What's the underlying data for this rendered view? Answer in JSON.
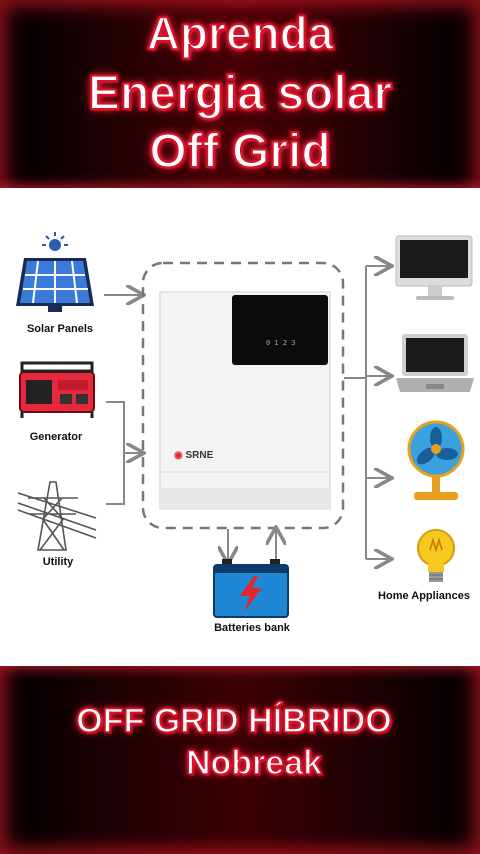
{
  "header": {
    "line1": "Aprenda",
    "line2": "Energia solar",
    "line3": "Off Grid"
  },
  "diagram": {
    "sources": [
      {
        "label": "Solar Panels",
        "icon": "solar-panel-icon"
      },
      {
        "label": "Generator",
        "icon": "generator-icon"
      },
      {
        "label": "Utility",
        "icon": "power-tower-icon"
      }
    ],
    "inverter": {
      "brand": "SRNE",
      "readout": "0 1 2 3"
    },
    "battery": {
      "label": "Batteries bank",
      "icon": "battery-icon"
    },
    "loads": [
      {
        "icon": "monitor-icon"
      },
      {
        "icon": "laptop-icon"
      },
      {
        "icon": "fan-icon"
      },
      {
        "icon": "lightbulb-icon"
      }
    ],
    "loads_label": "Home Appliances"
  },
  "footer": {
    "line1": "OFF GRID HÍBRIDO",
    "line2": "Nobreak"
  },
  "colors": {
    "accent": "#d8102a",
    "glow": "#ff2a40",
    "battery_blue": "#1e88d4",
    "battery_bolt": "#e8242a",
    "solar_blue": "#2a5db0"
  }
}
